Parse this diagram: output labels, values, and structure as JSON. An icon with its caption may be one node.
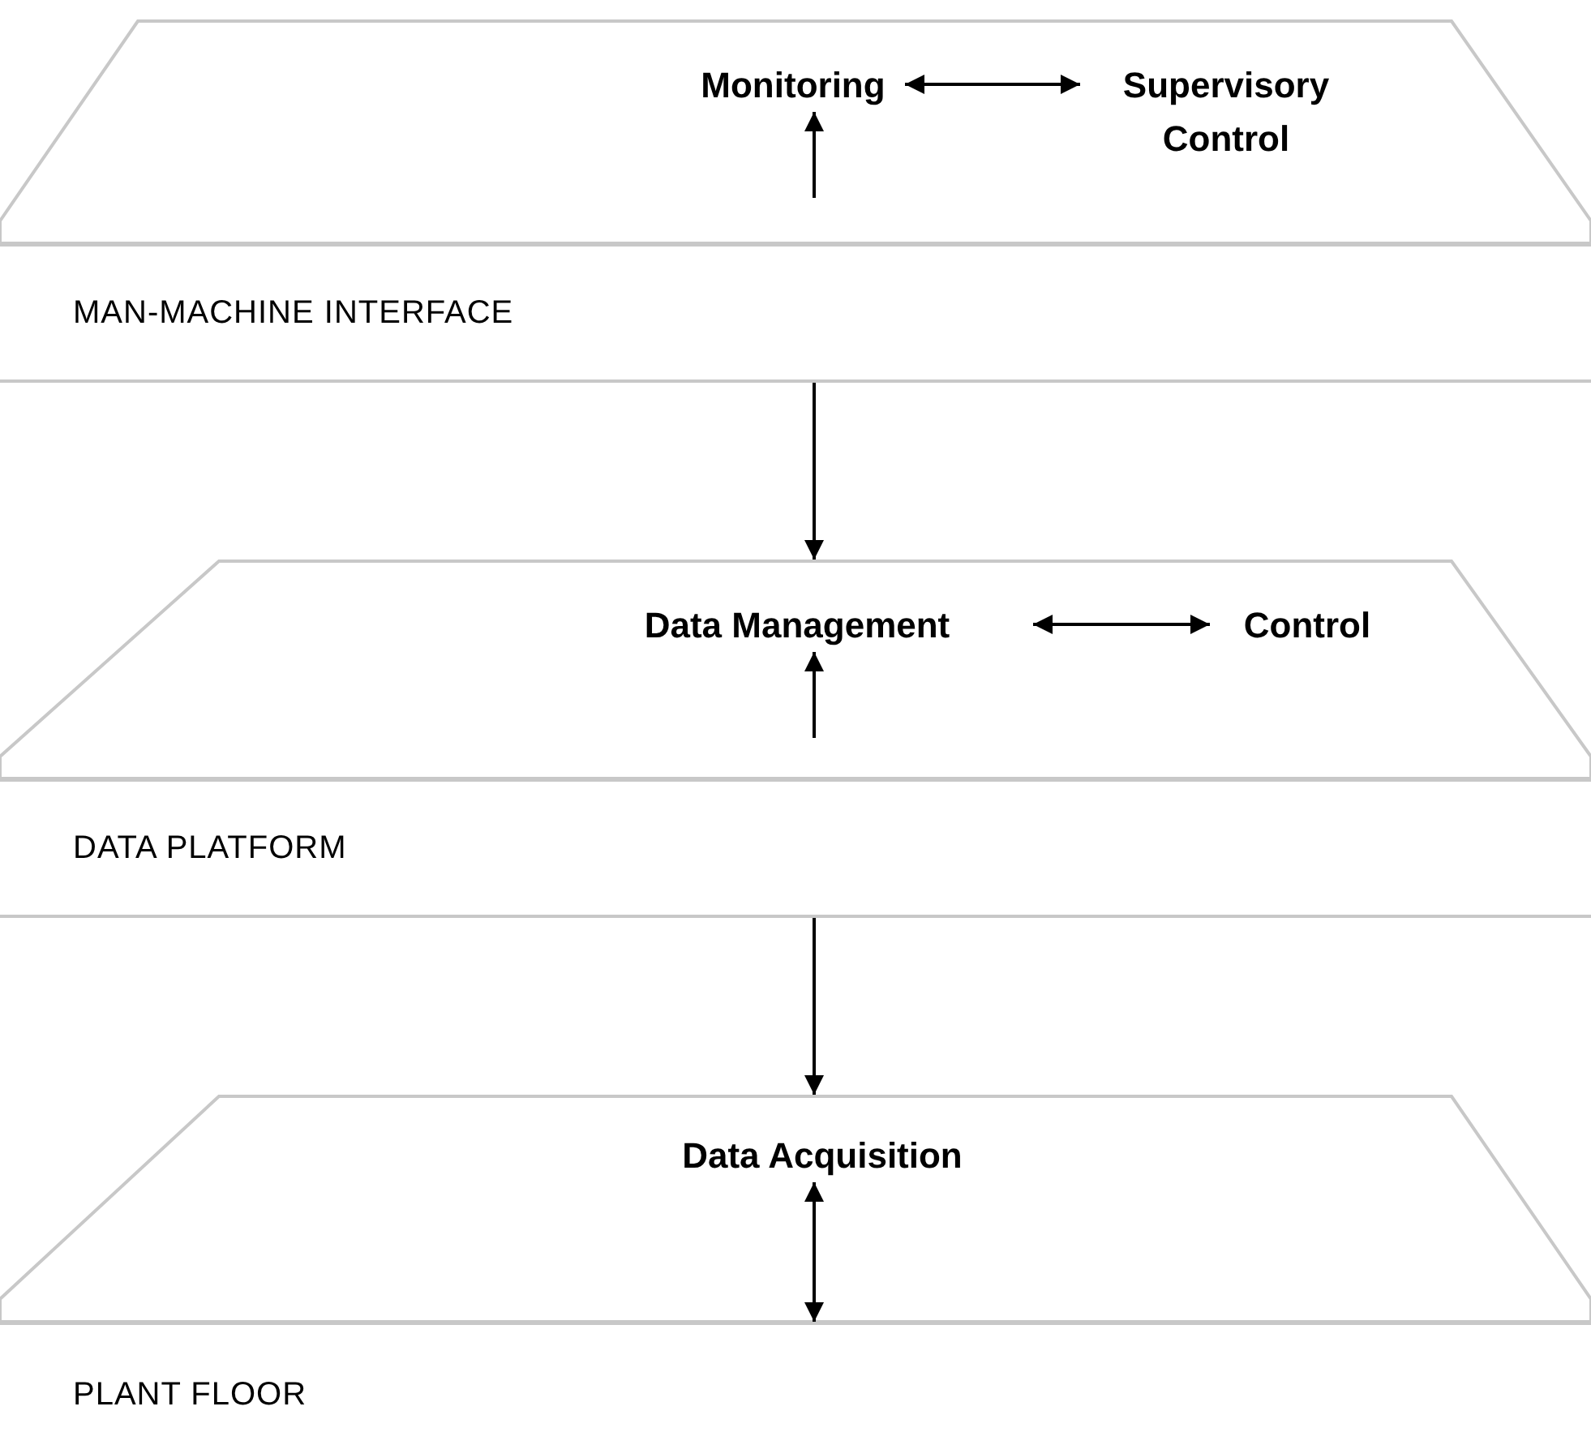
{
  "diagram": {
    "nodes": [
      {
        "text": [],
        "shape": "trapezoid"
      },
      {
        "text": [
          "Monitoring"
        ],
        "in": 0
      },
      {
        "text": [
          "Supervisory Control"
        ],
        "in": 0
      },
      {
        "text": [
          "MAN-MACHINE INTERFACE"
        ]
      },
      {
        "text": [],
        "shape": "trapezoid"
      },
      {
        "text": [
          "Data Management"
        ],
        "in": 4
      },
      {
        "text": [
          "Control"
        ],
        "in": 4
      },
      {
        "text": [
          "DATA PLATFORM"
        ]
      },
      {
        "text": [],
        "shape": "trapezoid"
      },
      {
        "text": [
          "Data Acquisition"
        ],
        "in": 8
      },
      {
        "text": [
          "PLANT FLOOR"
        ]
      }
    ],
    "edges": [
      {
        "from": 1,
        "to": 2,
        "arrow": "both"
      },
      {
        "from": null,
        "to": 1,
        "arrow": "to"
      },
      {
        "from": 3,
        "to": 4,
        "arrow": "to"
      },
      {
        "from": 5,
        "to": 6,
        "arrow": "both"
      },
      {
        "from": null,
        "to": 5,
        "arrow": "to"
      },
      {
        "from": 7,
        "to": 8,
        "arrow": "to"
      },
      {
        "from": 9,
        "to": 10,
        "arrow": "both"
      }
    ]
  }
}
